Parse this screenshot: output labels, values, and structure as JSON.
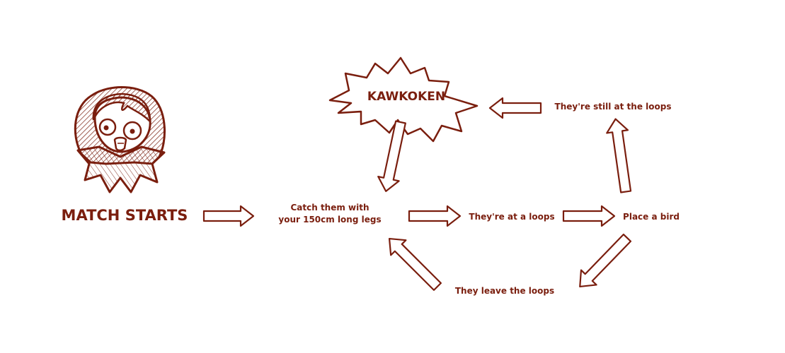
{
  "colors": {
    "primary": "#7a1e0e",
    "face_fill": "#ffffff"
  },
  "icons": {
    "mascot": "girl-face-icon",
    "burst": "explosion-burst-icon",
    "arrow": "hollow-arrow-icon"
  },
  "diagram": {
    "start_label": "MATCH STARTS",
    "burst_label": "KAWKOKEN",
    "catch_label_line1": "Catch them with",
    "catch_label_line2": "your 150cm long legs",
    "at_loops_label": "They're at a loops",
    "place_bird_label": "Place a bird",
    "leave_loops_label": "They leave the loops",
    "still_loops_label": "They're still at the loops"
  }
}
